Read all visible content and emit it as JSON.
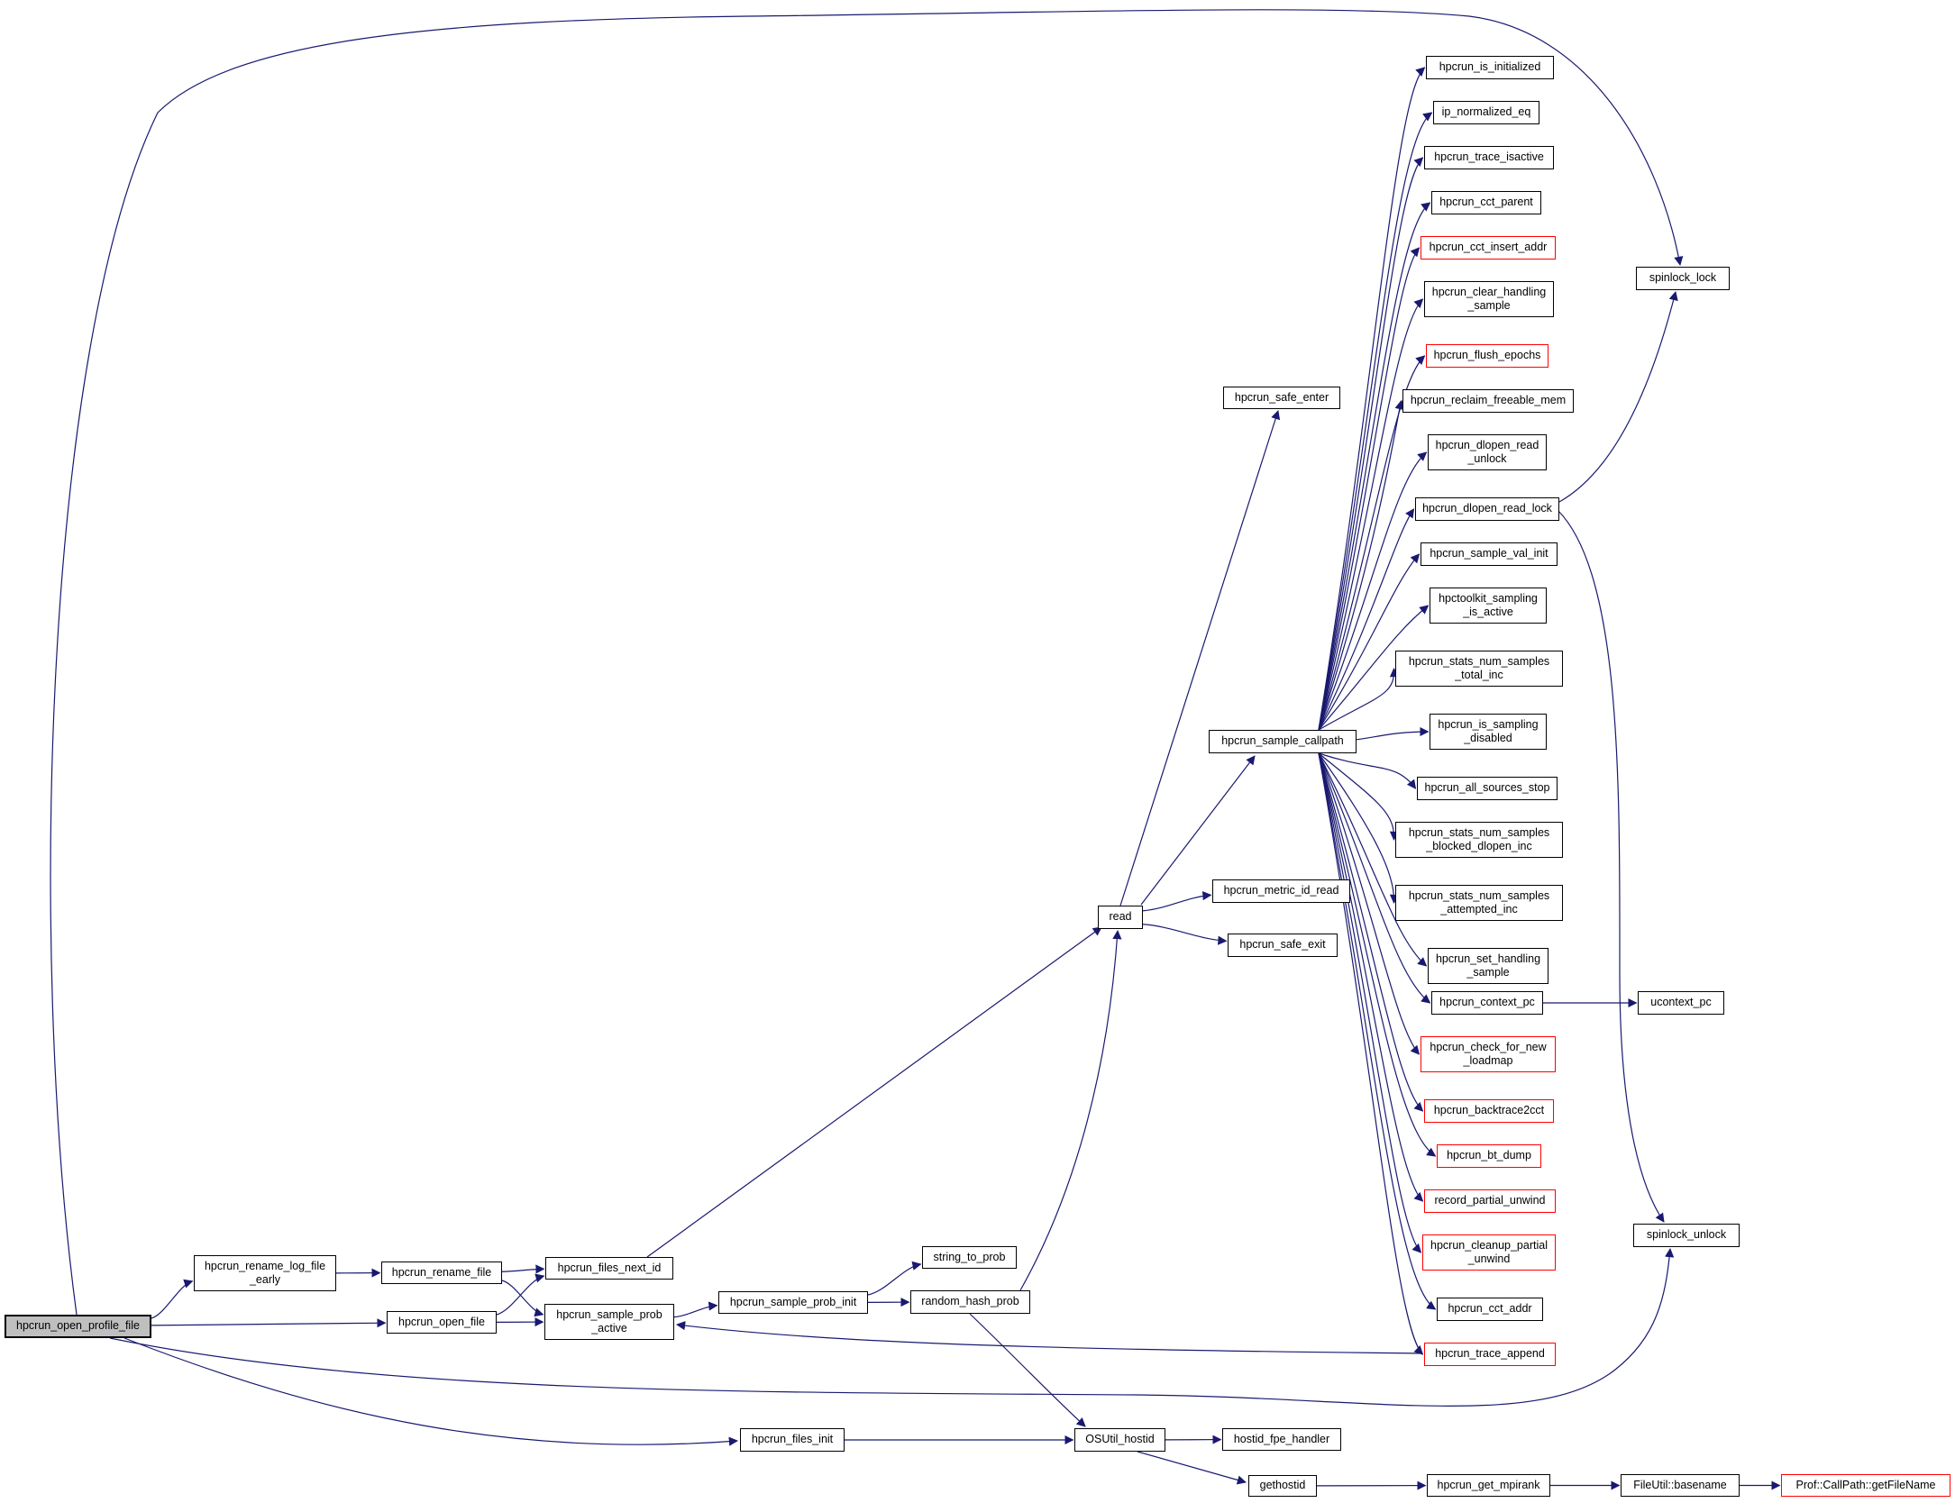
{
  "figure": {
    "kind": "doxygen-call-graph",
    "root_function": "hpcrun_open_profile_file"
  },
  "colors": {
    "edge": "#191970",
    "node_border": "#000000",
    "highlight_border": "#ff0000",
    "root_fill": "#bfbfbf",
    "node_fill": "#ffffff",
    "background": "#ffffff"
  },
  "nodes": [
    {
      "id": "open_profile_file",
      "label": "hpcrun_open_profile_file",
      "style": "root"
    },
    {
      "id": "rename_log_file_early",
      "label": "hpcrun_rename_log_file\n_early",
      "style": "normal"
    },
    {
      "id": "rename_file",
      "label": "hpcrun_rename_file",
      "style": "normal"
    },
    {
      "id": "open_file",
      "label": "hpcrun_open_file",
      "style": "normal"
    },
    {
      "id": "files_next_id",
      "label": "hpcrun_files_next_id",
      "style": "normal"
    },
    {
      "id": "sample_prob_active",
      "label": "hpcrun_sample_prob\n_active",
      "style": "normal"
    },
    {
      "id": "sample_prob_init",
      "label": "hpcrun_sample_prob_init",
      "style": "normal"
    },
    {
      "id": "string_to_prob",
      "label": "string_to_prob",
      "style": "normal"
    },
    {
      "id": "random_hash_prob",
      "label": "random_hash_prob",
      "style": "normal"
    },
    {
      "id": "files_init",
      "label": "hpcrun_files_init",
      "style": "normal"
    },
    {
      "id": "OSUtil_hostid",
      "label": "OSUtil_hostid",
      "style": "normal"
    },
    {
      "id": "hostid_fpe_handler",
      "label": "hostid_fpe_handler",
      "style": "normal"
    },
    {
      "id": "gethostid",
      "label": "gethostid",
      "style": "normal"
    },
    {
      "id": "get_mpirank",
      "label": "hpcrun_get_mpirank",
      "style": "normal"
    },
    {
      "id": "FileUtil_basename",
      "label": "FileUtil::basename",
      "style": "normal"
    },
    {
      "id": "Prof_getFileName",
      "label": "Prof::CallPath::getFileName",
      "style": "red"
    },
    {
      "id": "read",
      "label": "read",
      "style": "normal"
    },
    {
      "id": "metric_id_read",
      "label": "hpcrun_metric_id_read",
      "style": "normal"
    },
    {
      "id": "safe_exit",
      "label": "hpcrun_safe_exit",
      "style": "normal"
    },
    {
      "id": "safe_enter",
      "label": "hpcrun_safe_enter",
      "style": "normal"
    },
    {
      "id": "sample_callpath",
      "label": "hpcrun_sample_callpath",
      "style": "normal"
    },
    {
      "id": "is_initialized",
      "label": "hpcrun_is_initialized",
      "style": "normal"
    },
    {
      "id": "ip_normalized_eq",
      "label": "ip_normalized_eq",
      "style": "normal"
    },
    {
      "id": "trace_isactive",
      "label": "hpcrun_trace_isactive",
      "style": "normal"
    },
    {
      "id": "cct_parent",
      "label": "hpcrun_cct_parent",
      "style": "normal"
    },
    {
      "id": "cct_insert_addr",
      "label": "hpcrun_cct_insert_addr",
      "style": "red"
    },
    {
      "id": "clear_handling_sample",
      "label": "hpcrun_clear_handling\n_sample",
      "style": "normal"
    },
    {
      "id": "flush_epochs",
      "label": "hpcrun_flush_epochs",
      "style": "red"
    },
    {
      "id": "reclaim_freeable_mem",
      "label": "hpcrun_reclaim_freeable_mem",
      "style": "normal"
    },
    {
      "id": "dlopen_read_unlock",
      "label": "hpcrun_dlopen_read\n_unlock",
      "style": "normal"
    },
    {
      "id": "dlopen_read_lock",
      "label": "hpcrun_dlopen_read_lock",
      "style": "normal"
    },
    {
      "id": "sample_val_init",
      "label": "hpcrun_sample_val_init",
      "style": "normal"
    },
    {
      "id": "sampling_is_active",
      "label": "hpctoolkit_sampling\n_is_active",
      "style": "normal"
    },
    {
      "id": "stats_total_inc",
      "label": "hpcrun_stats_num_samples\n_total_inc",
      "style": "normal"
    },
    {
      "id": "is_sampling_disabled",
      "label": "hpcrun_is_sampling\n_disabled",
      "style": "normal"
    },
    {
      "id": "all_sources_stop",
      "label": "hpcrun_all_sources_stop",
      "style": "normal"
    },
    {
      "id": "stats_blocked_inc",
      "label": "hpcrun_stats_num_samples\n_blocked_dlopen_inc",
      "style": "normal"
    },
    {
      "id": "stats_attempted_inc",
      "label": "hpcrun_stats_num_samples\n_attempted_inc",
      "style": "normal"
    },
    {
      "id": "set_handling_sample",
      "label": "hpcrun_set_handling\n_sample",
      "style": "normal"
    },
    {
      "id": "context_pc",
      "label": "hpcrun_context_pc",
      "style": "normal"
    },
    {
      "id": "check_for_new_loadmap",
      "label": "hpcrun_check_for_new\n_loadmap",
      "style": "red"
    },
    {
      "id": "backtrace2cct",
      "label": "hpcrun_backtrace2cct",
      "style": "red"
    },
    {
      "id": "bt_dump",
      "label": "hpcrun_bt_dump",
      "style": "red"
    },
    {
      "id": "record_partial_unwind",
      "label": "record_partial_unwind",
      "style": "red"
    },
    {
      "id": "cleanup_partial_unwind",
      "label": "hpcrun_cleanup_partial\n_unwind",
      "style": "red"
    },
    {
      "id": "cct_addr",
      "label": "hpcrun_cct_addr",
      "style": "normal"
    },
    {
      "id": "trace_append",
      "label": "hpcrun_trace_append",
      "style": "red"
    },
    {
      "id": "spinlock_lock",
      "label": "spinlock_lock",
      "style": "normal"
    },
    {
      "id": "ucontext_pc",
      "label": "ucontext_pc",
      "style": "normal"
    },
    {
      "id": "spinlock_unlock",
      "label": "spinlock_unlock",
      "style": "normal"
    }
  ],
  "edges": [
    {
      "from": "open_profile_file",
      "to": "rename_log_file_early"
    },
    {
      "from": "open_profile_file",
      "to": "open_file"
    },
    {
      "from": "open_profile_file",
      "to": "files_init"
    },
    {
      "from": "open_profile_file",
      "to": "spinlock_lock"
    },
    {
      "from": "open_profile_file",
      "to": "spinlock_unlock"
    },
    {
      "from": "rename_log_file_early",
      "to": "rename_file"
    },
    {
      "from": "rename_file",
      "to": "files_next_id"
    },
    {
      "from": "rename_file",
      "to": "sample_prob_active"
    },
    {
      "from": "open_file",
      "to": "files_next_id"
    },
    {
      "from": "open_file",
      "to": "sample_prob_active"
    },
    {
      "from": "sample_prob_active",
      "to": "sample_prob_init"
    },
    {
      "from": "sample_prob_init",
      "to": "string_to_prob"
    },
    {
      "from": "sample_prob_init",
      "to": "random_hash_prob"
    },
    {
      "from": "random_hash_prob",
      "to": "OSUtil_hostid"
    },
    {
      "from": "random_hash_prob",
      "to": "read"
    },
    {
      "from": "files_next_id",
      "to": "read"
    },
    {
      "from": "read",
      "to": "safe_enter"
    },
    {
      "from": "read",
      "to": "sample_callpath"
    },
    {
      "from": "read",
      "to": "metric_id_read"
    },
    {
      "from": "read",
      "to": "safe_exit"
    },
    {
      "from": "sample_callpath",
      "to": "is_initialized"
    },
    {
      "from": "sample_callpath",
      "to": "ip_normalized_eq"
    },
    {
      "from": "sample_callpath",
      "to": "trace_isactive"
    },
    {
      "from": "sample_callpath",
      "to": "cct_parent"
    },
    {
      "from": "sample_callpath",
      "to": "cct_insert_addr"
    },
    {
      "from": "sample_callpath",
      "to": "clear_handling_sample"
    },
    {
      "from": "sample_callpath",
      "to": "flush_epochs"
    },
    {
      "from": "sample_callpath",
      "to": "reclaim_freeable_mem"
    },
    {
      "from": "sample_callpath",
      "to": "dlopen_read_unlock"
    },
    {
      "from": "sample_callpath",
      "to": "dlopen_read_lock"
    },
    {
      "from": "sample_callpath",
      "to": "sample_val_init"
    },
    {
      "from": "sample_callpath",
      "to": "sampling_is_active"
    },
    {
      "from": "sample_callpath",
      "to": "stats_total_inc"
    },
    {
      "from": "sample_callpath",
      "to": "is_sampling_disabled"
    },
    {
      "from": "sample_callpath",
      "to": "all_sources_stop"
    },
    {
      "from": "sample_callpath",
      "to": "stats_blocked_inc"
    },
    {
      "from": "sample_callpath",
      "to": "stats_attempted_inc"
    },
    {
      "from": "sample_callpath",
      "to": "set_handling_sample"
    },
    {
      "from": "sample_callpath",
      "to": "context_pc"
    },
    {
      "from": "sample_callpath",
      "to": "check_for_new_loadmap"
    },
    {
      "from": "sample_callpath",
      "to": "backtrace2cct"
    },
    {
      "from": "sample_callpath",
      "to": "bt_dump"
    },
    {
      "from": "sample_callpath",
      "to": "record_partial_unwind"
    },
    {
      "from": "sample_callpath",
      "to": "cleanup_partial_unwind"
    },
    {
      "from": "sample_callpath",
      "to": "cct_addr"
    },
    {
      "from": "sample_callpath",
      "to": "trace_append"
    },
    {
      "from": "dlopen_read_lock",
      "to": "spinlock_lock"
    },
    {
      "from": "dlopen_read_lock",
      "to": "spinlock_unlock"
    },
    {
      "from": "context_pc",
      "to": "ucontext_pc"
    },
    {
      "from": "trace_append",
      "to": "sample_prob_active"
    },
    {
      "from": "files_init",
      "to": "OSUtil_hostid"
    },
    {
      "from": "OSUtil_hostid",
      "to": "hostid_fpe_handler"
    },
    {
      "from": "OSUtil_hostid",
      "to": "gethostid"
    },
    {
      "from": "gethostid",
      "to": "get_mpirank"
    },
    {
      "from": "get_mpirank",
      "to": "FileUtil_basename"
    },
    {
      "from": "FileUtil_basename",
      "to": "Prof_getFileName"
    }
  ]
}
